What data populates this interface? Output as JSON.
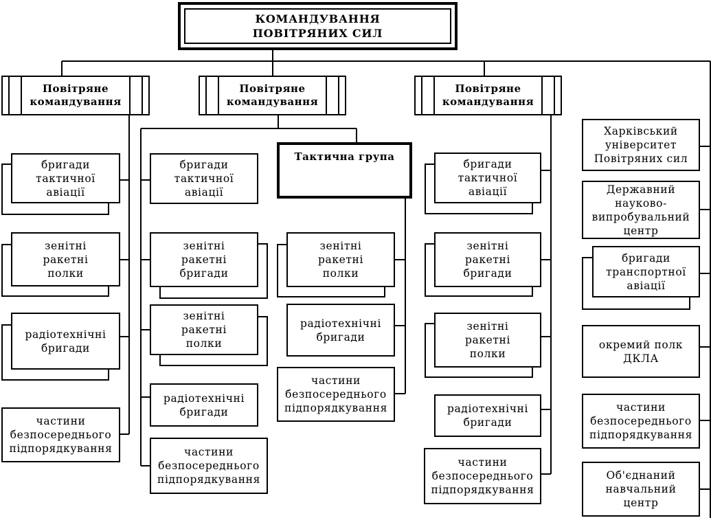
{
  "top": {
    "title": "КОМАНДУВАННЯ\nПОВІТРЯНИХ СИЛ"
  },
  "commands": [
    {
      "label": "Повітряне\nкомандування"
    },
    {
      "label": "Повітряне\nкомандування"
    },
    {
      "label": "Повітряне\nкомандування"
    }
  ],
  "tactical_group": {
    "label": "Тактична група"
  },
  "col1": [
    "бригади\nтактичної\nавіації",
    "зенітні\nракетні\nполки",
    "радіотехнічні\nбригади",
    "частини\nбезпосереднього\nпідпорядкування"
  ],
  "col2": [
    "бригади\nтактичної\nавіації",
    "зенітні\nракетні\nбригади",
    "зенітні\nракетні\nполки",
    "радіотехнічні\nбригади",
    "частини\nбезпосереднього\nпідпорядкування"
  ],
  "col3": [
    "зенітні\nракетні\nполки",
    "радіотехнічні\nбригади",
    "частини\nбезпосереднього\nпідпорядкування"
  ],
  "col4": [
    "бригади\nтактичної\nавіації",
    "зенітні\nракетні\nбригади",
    "зенітні\nракетні\nполки",
    "радіотехнічні\nбригади",
    "частини\nбезпосереднього\nпідпорядкування"
  ],
  "col5": [
    "Харківський\nуніверситет\nПовітряних сил",
    "Державний\nнауково-\nвипробувальний\nцентр",
    "бригади\nтранспортної\nавіації",
    "окремий полк\nДКЛА",
    "частини\nбезпосереднього\nпідпорядкування",
    "Об'єднаний\nнавчальний\nцентр"
  ]
}
